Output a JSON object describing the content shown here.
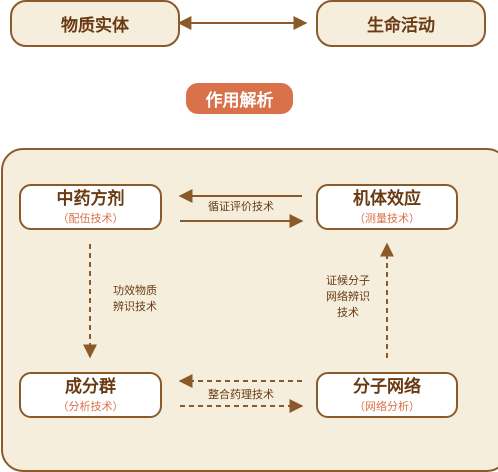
{
  "top": {
    "left": "物质实体",
    "right": "生命活动"
  },
  "section_label": "作用解析",
  "nodes": {
    "tcm": {
      "title": "中药方剂",
      "sub": "（配伍技术）"
    },
    "effect": {
      "title": "机体效应",
      "sub": "（测量技术）"
    },
    "components": {
      "title": "成分群",
      "sub": "（分析技术）"
    },
    "network": {
      "title": "分子网络",
      "sub": "（网络分析）"
    }
  },
  "edges": {
    "evidence": "循证评价技术",
    "material_line1": "功效物质",
    "material_line2": "辨识技术",
    "syndrome_line1": "证候分子",
    "syndrome_line2": "网络辨识",
    "syndrome_line3": "技术",
    "integrate": "整合药理技术"
  },
  "colors": {
    "border": "#8a5a2a",
    "fill": "#f5eedd",
    "accent": "#d9714a"
  }
}
